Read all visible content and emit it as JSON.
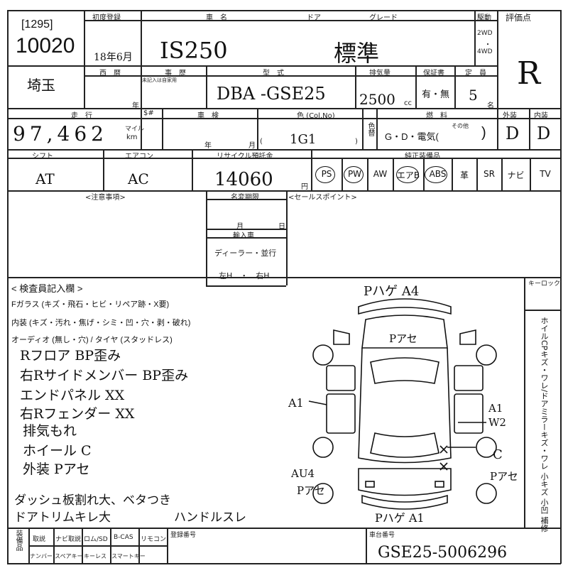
{
  "header": {
    "lot_code": "[1295]",
    "lot_number": "10020",
    "first_reg_label": "初度登録",
    "first_reg_value": "18年6月",
    "car_name_label": "車　名",
    "car_name_value": "IS250",
    "door_label": "ドア",
    "grade_label": "グレード",
    "grade_value": "標準",
    "drive_label": "駆動",
    "drive_2wd": "2WD",
    "drive_4wd": "4WD",
    "score_label": "評価点",
    "score_value": "R"
  },
  "row2": {
    "region_label": "西　暦",
    "region_value": "埼玉",
    "year_unit": "年",
    "history_label": "事　歴",
    "history_note": "未記入は自家用",
    "model_label": "型　式",
    "model_value": "DBA -GSE25",
    "displacement_label": "排気量",
    "displacement_value": "2500",
    "displacement_unit": "cc",
    "warranty_label": "保証書",
    "warranty_value": "有・無",
    "capacity_label": "定　員",
    "capacity_value": "5",
    "capacity_unit": "名"
  },
  "row3": {
    "mileage_label": "走　行",
    "mileage_value": "97,462",
    "mileage_unit_mile": "マイル",
    "mileage_unit_km": "km",
    "shaken_label": "$#",
    "inspection_label": "車　検",
    "inspection_year": "年",
    "inspection_month": "月",
    "color_label": "色 (Col.No)",
    "color_value": "1G1",
    "color_change_label": "色替",
    "fuel_label": "燃　料",
    "fuel_value": "G・D・電気(",
    "fuel_other": "その他",
    "fuel_close": ")",
    "exterior_label": "外装",
    "exterior_value": "D",
    "interior_label": "内装",
    "interior_value": "D"
  },
  "row4": {
    "shift_label": "シフト",
    "shift_value": "AT",
    "ac_label": "エアコン",
    "ac_value": "AC",
    "recycle_label": "リサイクル預託金",
    "recycle_value": "14060",
    "recycle_unit": "円",
    "equipment_label": "純正装備品",
    "equipment": [
      "PS",
      "PW",
      "AW",
      "エアB",
      "ABS",
      "革",
      "SR",
      "ナビ",
      "TV"
    ]
  },
  "row5": {
    "caution_label": "<注意事項>",
    "name_change_label": "名変期限",
    "name_change_month": "月",
    "name_change_day": "日",
    "import_label": "輸入車",
    "dealer_label": "ディーラー・並行",
    "handle_label": "左H　・　右H",
    "sales_point_label": "<セールスポイント>"
  },
  "inspector": {
    "title": "< 検査員記入欄 >",
    "f_glass": "Fガラス (キズ・飛石・ヒビ・リペア跡・X要)",
    "interior": "内装 (キズ・汚れ・焦げ・シミ・凹・穴・剥・破れ)",
    "audio": "オーディオ (無し・穴) / タイヤ (スタッドレス)",
    "notes": [
      "Rフロア BP歪み",
      "右Rサイドメンバー BP歪み",
      "エンドパネル XX",
      "右Rフェンダー XX",
      "排気もれ",
      "ホイール C",
      "外装 Pアセ"
    ],
    "notes_bottom": [
      "ダッシュ板割れ大、ベタつき",
      "ドアトリムキレ大",
      "ハンドルスレ"
    ]
  },
  "diagram": {
    "keyless_label": "キーロック",
    "top_note": "Pハゲ A4",
    "roof_note": "Pアセ",
    "left_note": "A1",
    "right_note1": "A1",
    "right_note2": "W2",
    "right_note3": "C",
    "right_note4": "Pアセ",
    "bottom_left1": "AU4",
    "bottom_left2": "Pアセ",
    "bottom_note": "Pハゲ A1",
    "side_vertical": "ホイルCPキズ・ワレ/ドアミラーキズ・ワレ 小キズ 小凹 補修"
  },
  "footer": {
    "equip_label": "装備品",
    "items_top": [
      "取説",
      "ナビ取説",
      "ロム/SD",
      "B-CAS",
      "リモコン"
    ],
    "items_bottom": [
      "ナンバー",
      "スペアキー",
      "キーレス",
      "スマートキー"
    ],
    "reg_number_label": "登録番号",
    "chassis_label": "車台番号",
    "chassis_value": "GSE25-5006296"
  }
}
